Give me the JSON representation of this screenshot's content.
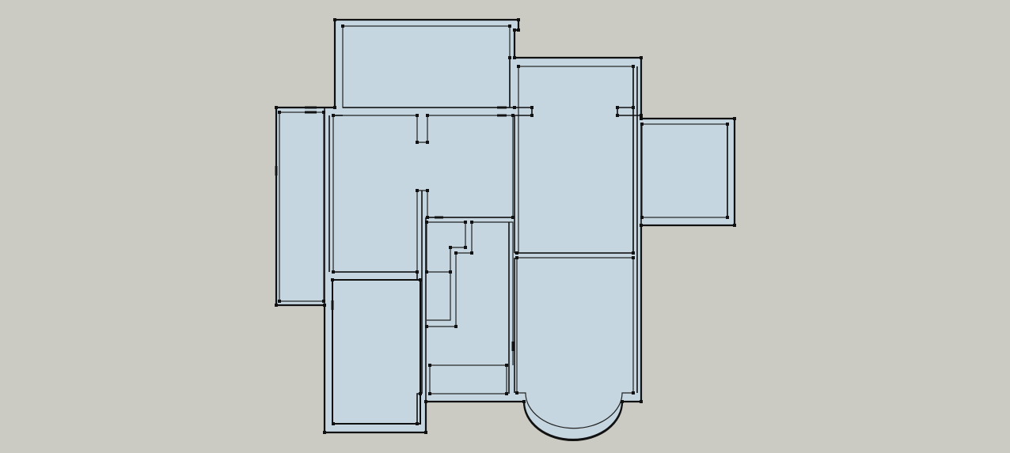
{
  "canvas": {
    "background_color": "#cbcbc4",
    "floor_fill_color": "#c5d6e0",
    "wall_color": "#111111"
  },
  "floor_plan": {
    "room_count": 11,
    "rooms": [
      {
        "id": "top-room"
      },
      {
        "id": "right-upper-room"
      },
      {
        "id": "east-wing-room"
      },
      {
        "id": "west-wing-room"
      },
      {
        "id": "central-room"
      },
      {
        "id": "southwest-room"
      },
      {
        "id": "stair-room"
      },
      {
        "id": "south-small-room"
      },
      {
        "id": "southeast-room"
      },
      {
        "id": "bay-window-room"
      },
      {
        "id": "corridor"
      }
    ]
  }
}
